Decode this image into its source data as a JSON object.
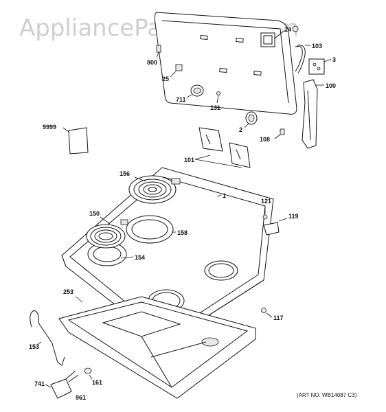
{
  "watermark": "AppliancePartsPros.com",
  "art_number": "(ART NO. WB14087 C3)",
  "callouts": {
    "c14": "14",
    "c103": "103",
    "c3": "3",
    "c800": "800",
    "c25": "25",
    "c100": "100",
    "c711": "711",
    "c131": "131",
    "c9999": "9999",
    "c2": "2",
    "c108": "108",
    "c101": "101",
    "c156": "156",
    "c1": "1",
    "c121": "121",
    "c150": "150",
    "c119": "119",
    "c158": "158",
    "c154": "154",
    "c253": "253",
    "c117": "117",
    "c153": "153",
    "c741": "741",
    "c161": "161",
    "c961": "961"
  }
}
